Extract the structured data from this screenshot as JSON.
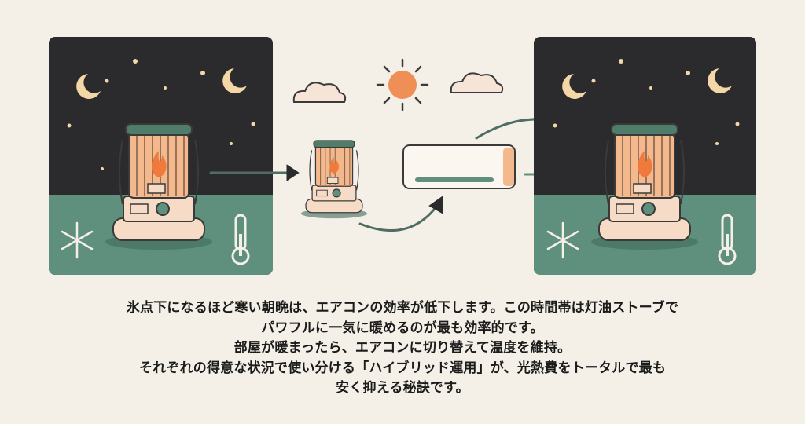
{
  "caption": {
    "lines": [
      "氷点下になるほど寒い朝晩は、エアコンの効率が低下します。この時間帯は灯油ストーブで",
      "パワフルに一気に暖めるのが最も効率的です。",
      "部屋が暖まったら、エアコンに切り替えて温度を維持。",
      "それぞれの得意な状況で使い分ける「ハイブリッド運用」が、光熱費をトータルで最も",
      "安く抑える秘訣です。"
    ]
  },
  "colors": {
    "background": "#f4f0e8",
    "night": "#2b2a2c",
    "floor": "#5f8f7d",
    "accent": "#ef8f55",
    "stove_body": "#f6dcc6",
    "stove_lid": "#4f7d6a"
  }
}
